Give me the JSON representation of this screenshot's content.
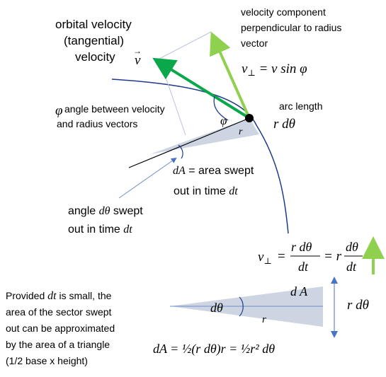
{
  "labels": {
    "orbital_velocity": [
      "orbital velocity",
      "(tangential)",
      "velocity"
    ],
    "v_vec": "v",
    "velocity_component": [
      "velocity component",
      "perpendicular to radius",
      "vector"
    ],
    "vperp_formula": {
      "lhs": "v",
      "sub": "⊥",
      "rhs": " = v sin φ"
    },
    "arc_length": "arc length",
    "arc_formula": "r dθ",
    "phi_desc_symbol": "φ",
    "phi_desc": [
      " angle between velocity",
      "and radius vectors"
    ],
    "phi_symbol": "φ",
    "r_symbol": "r",
    "dA_desc": [
      " = area swept",
      "out in time "
    ],
    "dA_symbol": "dA",
    "dt_symbol": "dt",
    "dtheta_desc": [
      "angle ",
      " swept",
      "out in time "
    ],
    "dtheta_symbol": "dθ",
    "vperp_eq": {
      "lhs": "v",
      "sub": "⊥",
      "num1": "r dθ",
      "den1": "dt",
      "mid": "= r",
      "num2": "dθ",
      "den2": "dt"
    },
    "triangle_dA": "d A",
    "triangle_dtheta": "dθ",
    "triangle_r": "r",
    "triangle_height": "r dθ",
    "provided": [
      "Provided ",
      " is small, the",
      "area of the sector swept",
      "out can be approximated",
      "by the area of a triangle",
      "(1/2 base x height)"
    ],
    "area_formula": "dA = ½(r dθ)r = ½r² dθ"
  },
  "colors": {
    "orbit": "#1f3a8a",
    "velocity_arrow": "#0aa84a",
    "perp_arrow": "#8fd14f",
    "sector_fill": "#cdd5e3",
    "helper_line": "#6f8fc7"
  }
}
